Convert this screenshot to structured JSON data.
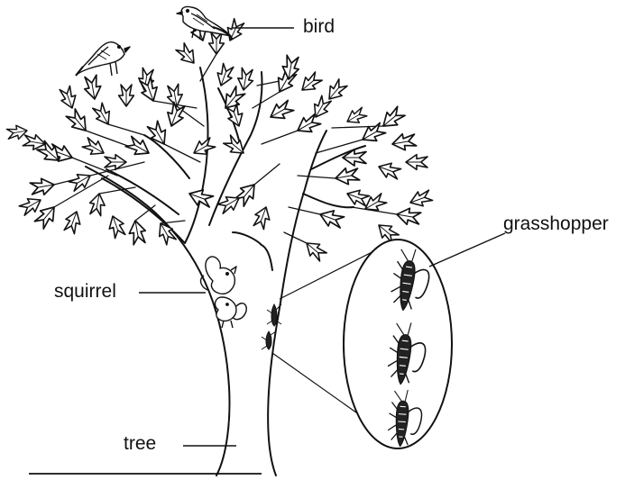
{
  "diagram": {
    "labels": {
      "bird": "bird",
      "grasshopper": "grasshopper",
      "squirrel": "squirrel",
      "tree": "tree"
    },
    "colors": {
      "ink": "#111111",
      "background": "#ffffff"
    }
  }
}
